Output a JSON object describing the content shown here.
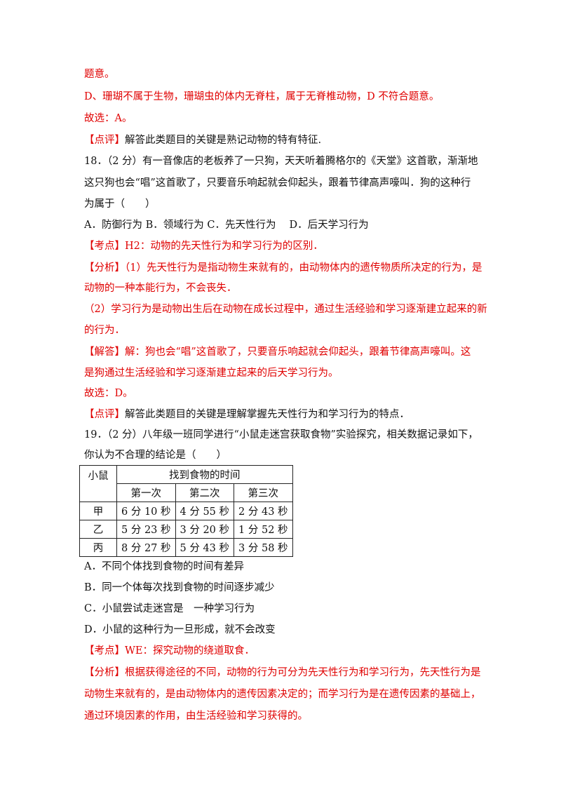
{
  "q17_tail": {
    "line1": "题意。",
    "line2": "D、珊瑚不属于生物，珊瑚虫的体内无脊柱，属于无脊椎动物，D 不符合题意。",
    "answer": "故选：A。",
    "comment_tag": "【点评】",
    "comment": "解答此类题目的关键是熟记动物的特有特征."
  },
  "q18": {
    "stem1": "18．（2 分）有一音像店的老板养了一只狗，天天听着腾格尔的《天堂》这首歌，渐渐地",
    "stem2": "这只狗也会“唱”这首歌了，只要音乐响起就会仰起头，跟着节律高声嚎叫．狗的这种行",
    "stem3": "为属于（　　）",
    "options": "A．防御行为 B．领域行为 C．先天性行为　 D．后天学习行为",
    "kaodian_tag": "【考点】",
    "kaodian": "H2：动物的先天性行为和学习行为的区别．",
    "fenxi_tag": "【分析】",
    "fenxi1": "（1）先天性行为是指动物生来就有的，由动物体内的遗传物质所决定的行为，是",
    "fenxi2": "动物的一种本能行为，不会丧失．",
    "fenxi3": "（2）学习行为是动物出生后在动物在成长过程中，通过生活经验和学习逐渐建立起来的新",
    "fenxi4": "的行为．",
    "jieda_tag": "【解答】",
    "jieda1": "解：狗也会“唱”这首歌了，只要音乐响起就会仰起头，跟着节律高声嚎叫。这",
    "jieda2": "是狗通过生活经验和学习逐渐建立起来的后天学习行为。",
    "answer": "故选：D。",
    "comment_tag": "【点评】",
    "comment": "解答此类题目的关键是理解掌握先天性行为和学习行为的特点．"
  },
  "q19": {
    "stem1": "19．（2 分）八年级一班同学进行“小鼠走迷宫获取食物”实验探究，相关数据记录如下，",
    "stem2": "你认为不合理的结论是（　　）",
    "table": {
      "corner": "小鼠",
      "group_header": "找到食物的时间",
      "cols": [
        "第一次",
        "第二次",
        "第三次"
      ],
      "rows": [
        {
          "name": "甲",
          "cells": [
            "6 分 10 秒",
            "4 分 55 秒",
            "2 分 43 秒"
          ]
        },
        {
          "name": "乙",
          "cells": [
            "5 分 23 秒",
            "3 分 20 秒",
            "1 分 52 秒"
          ]
        },
        {
          "name": "丙",
          "cells": [
            "8 分 27 秒",
            "5 分 43 秒",
            "3 分 58 秒"
          ]
        }
      ]
    },
    "optA": "A．不同个体找到食物的时间有差异",
    "optB": "B．同一个体每次找到食物的时间逐步减少",
    "optC": "C．小鼠尝试走迷宫是　一种学习行为",
    "optD": "D．小鼠的这种行为一旦形成，就不会改变",
    "kaodian_tag": "【考点】",
    "kaodian": "WE：探究动物的绕道取食．",
    "fenxi_tag": "【分析】",
    "fenxi1": "根据获得途径的不同，动物的行为可分为先天性行为和学习行为，先天性行为是",
    "fenxi2": "动物生来就有的，是由动物体内的遗传因素决定的；而学习行为是在遗传因素的基础上，",
    "fenxi3": "通过环境因素的作用，由生活经验和学习获得的。"
  }
}
